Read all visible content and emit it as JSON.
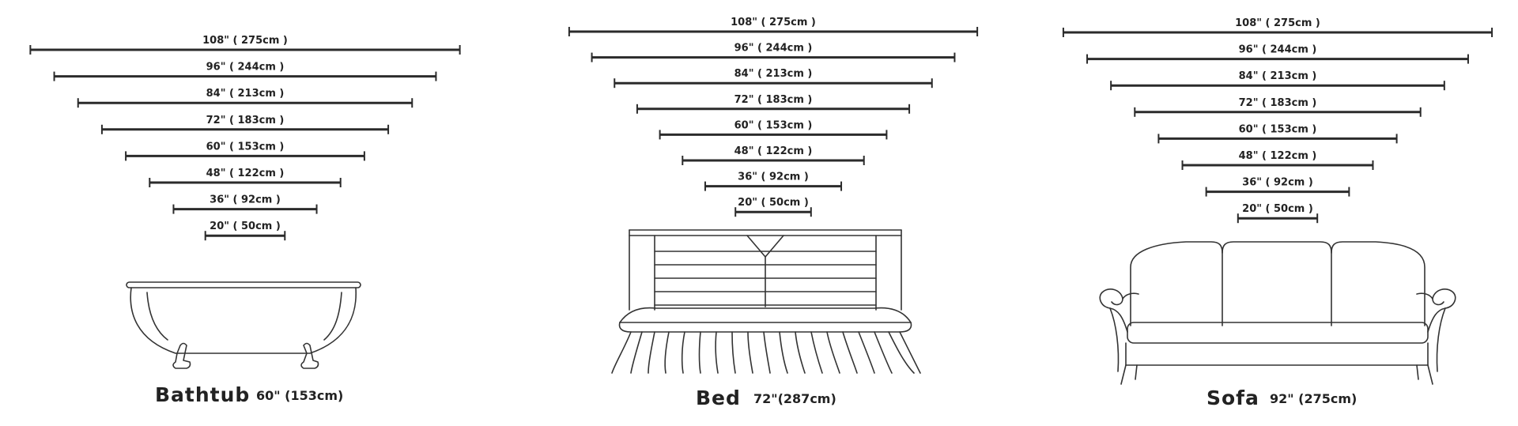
{
  "panels": [
    {
      "id": "bathtub",
      "name": "Bathtub",
      "size": "60\" (153cm)",
      "icon": "bathtub-icon",
      "measures": [
        {
          "label": "108\"  ( 275cm )",
          "inches": 108
        },
        {
          "label": "96\"  ( 244cm )",
          "inches": 96
        },
        {
          "label": "84\"  ( 213cm )",
          "inches": 84
        },
        {
          "label": "72\"  ( 183cm )",
          "inches": 72
        },
        {
          "label": "60\"  ( 153cm )",
          "inches": 60
        },
        {
          "label": "48\"  ( 122cm )",
          "inches": 48
        },
        {
          "label": "36\"  ( 92cm )",
          "inches": 36
        },
        {
          "label": "20\"  ( 50cm )",
          "inches": 20
        }
      ]
    },
    {
      "id": "bed",
      "name": "Bed",
      "size": "72\"(287cm)",
      "icon": "bed-icon",
      "measures": [
        {
          "label": "108\"  ( 275cm )",
          "inches": 108
        },
        {
          "label": "96\"  ( 244cm )",
          "inches": 96
        },
        {
          "label": "84\"  ( 213cm )",
          "inches": 84
        },
        {
          "label": "72\"  ( 183cm )",
          "inches": 72
        },
        {
          "label": "60\"  ( 153cm )",
          "inches": 60
        },
        {
          "label": "48\"  ( 122cm )",
          "inches": 48
        },
        {
          "label": "36\"  ( 92cm )",
          "inches": 36
        },
        {
          "label": "20\"  ( 50cm )",
          "inches": 20
        }
      ]
    },
    {
      "id": "sofa",
      "name": "Sofa",
      "size": "92\" (275cm)",
      "icon": "sofa-icon",
      "measures": [
        {
          "label": "108\"  ( 275cm )",
          "inches": 108
        },
        {
          "label": "96\"  ( 244cm )",
          "inches": 96
        },
        {
          "label": "84\"  ( 213cm )",
          "inches": 84
        },
        {
          "label": "72\"  ( 183cm )",
          "inches": 72
        },
        {
          "label": "60\"  ( 153cm )",
          "inches": 60
        },
        {
          "label": "48\"  ( 122cm )",
          "inches": 48
        },
        {
          "label": "36\"  ( 92cm )",
          "inches": 36
        },
        {
          "label": "20\"  ( 50cm )",
          "inches": 20
        }
      ]
    }
  ],
  "colors": {
    "line": "#2b2b2b",
    "text": "#222222",
    "background": "#ffffff"
  }
}
